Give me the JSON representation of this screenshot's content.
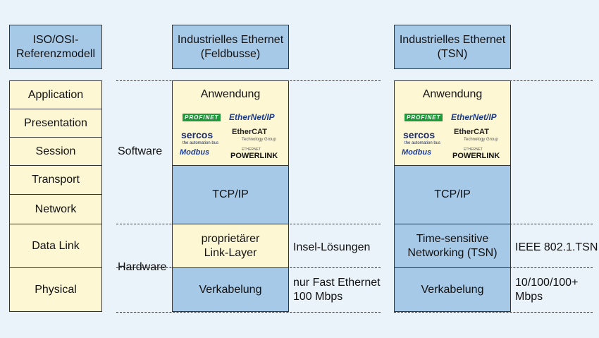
{
  "headers": {
    "osi": "ISO/OSI-\nReferenzmodell",
    "fieldbus": "Industrielles Ethernet\n(Feldbusse)",
    "tsn": "Industrielles Ethernet\n(TSN)"
  },
  "osi_layers": [
    "Application",
    "Presentation",
    "Session",
    "Transport",
    "Network",
    "Data Link",
    "Physical"
  ],
  "side_labels": {
    "software": "Software",
    "hardware": "Hardware"
  },
  "fieldbus": {
    "anwendung": "Anwendung",
    "tcpip": "TCP/IP",
    "link": "proprietärer\nLink-Layer",
    "cabling": "Verkabelung",
    "link_note": "Insel-Lösungen",
    "cable_note": "nur Fast Ethernet\n100 Mbps"
  },
  "tsn": {
    "anwendung": "Anwendung",
    "tcpip": "TCP/IP",
    "link": "Time-sensitive\nNetworking (TSN)",
    "cabling": "Verkabelung",
    "link_note": "IEEE 802.1.TSN",
    "cable_note": "10/100/100+\nMbps"
  },
  "logos": {
    "profinet": "PROFINET",
    "ethernetip": "EtherNet/IP",
    "sercos": "sercos",
    "sercos_sub": "the automation bus",
    "ethercat": "EtherCAT",
    "ethercat_sub": "Technology Group",
    "modbus": "Modbus",
    "powerlink_top": "ETHERNET",
    "powerlink": "POWERLINK"
  },
  "colors": {
    "blue": "#a7c9e8",
    "yellow": "#fdf7d3",
    "background": "#eaf2fa"
  }
}
